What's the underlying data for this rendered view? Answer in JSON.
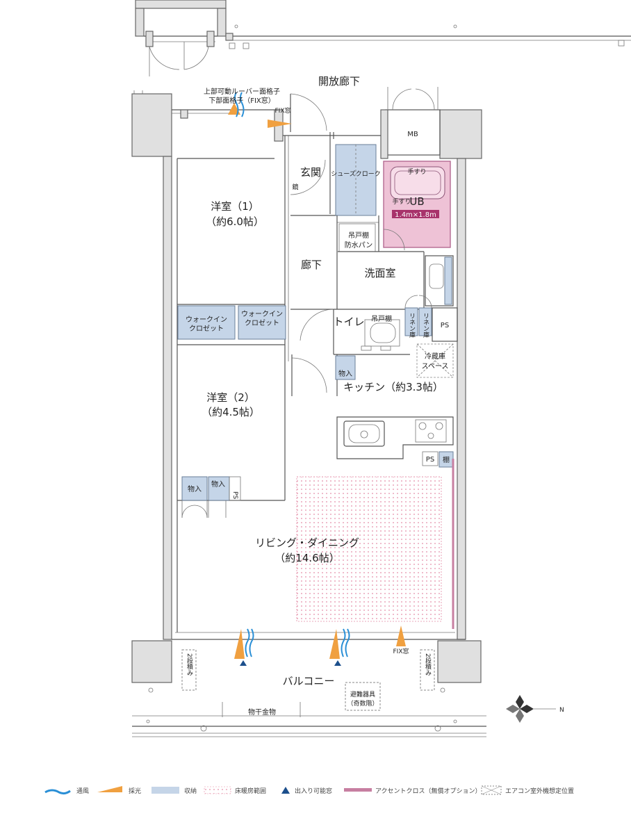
{
  "rooms": {
    "corridor": "開放廊下",
    "louver_1": "上部可動ルーバー面格子",
    "louver_2": "下部面格子（FIX窓）",
    "fix_window_vertical": "FIX窓",
    "mb": "MB",
    "entrance": "玄関",
    "mirror": "鏡",
    "shoes_closet": "シューズクローク",
    "handrail_top": "手すり",
    "handrail_left": "手すり",
    "ub": "UB",
    "ub_size": "1.4m×1.8m",
    "western1_name": "洋室（1）",
    "western1_size": "（約6.0帖）",
    "hanging_shelf_1": "吊戸棚",
    "waterproof_pan": "防水パン",
    "hall": "廊下",
    "washroom": "洗面室",
    "wic_1a": "ウォークイン",
    "wic_1b": "クロゼット",
    "wic_2a": "ウォークイン",
    "wic_2b": "クロゼット",
    "toilet": "トイレ",
    "hanging_shelf_2": "吊戸棚",
    "linen_1": "リネン庫",
    "linen_2": "リネン庫",
    "ps_1": "PS",
    "fridge_1": "冷蔵庫",
    "fridge_2": "スペース",
    "storage_kitchen": "物入",
    "kitchen": "キッチン（約3.3帖）",
    "western2_name": "洋室（2）",
    "western2_size": "（約4.5帖）",
    "ps_2": "PS",
    "shelf": "棚",
    "storage_a": "物入",
    "storage_b": "物入",
    "ps_3": "PS",
    "living_name": "リビング・ダイニング",
    "living_size": "（約14.6帖）",
    "fix_window_bottom": "FIX窓",
    "stack_left": "2段積み",
    "stack_right": "2段積み",
    "balcony": "バルコニー",
    "evac_1": "避難器具",
    "evac_2": "（奇数階）",
    "laundry": "物干金物",
    "compass_n": "N"
  },
  "legend": [
    {
      "label": "通風",
      "icon": "wind-icon",
      "color": "#2a8fd6"
    },
    {
      "label": "採光",
      "icon": "light-icon",
      "color": "#f0a040"
    },
    {
      "label": "収納",
      "icon": "storage-swatch",
      "color": "#c5d5e8"
    },
    {
      "label": "床暖房範囲",
      "icon": "floor-heating-swatch",
      "color": "#f2b7c6"
    },
    {
      "label": "出入り可能窓",
      "icon": "triangle-icon",
      "color": "#1c4f8c"
    },
    {
      "label": "アクセントクロス（無償オプション）",
      "icon": "accent-line",
      "color": "#c77fa1"
    },
    {
      "label": "エアコン室外機想定位置",
      "icon": "ac-unit-icon",
      "color": "#888888"
    }
  ]
}
